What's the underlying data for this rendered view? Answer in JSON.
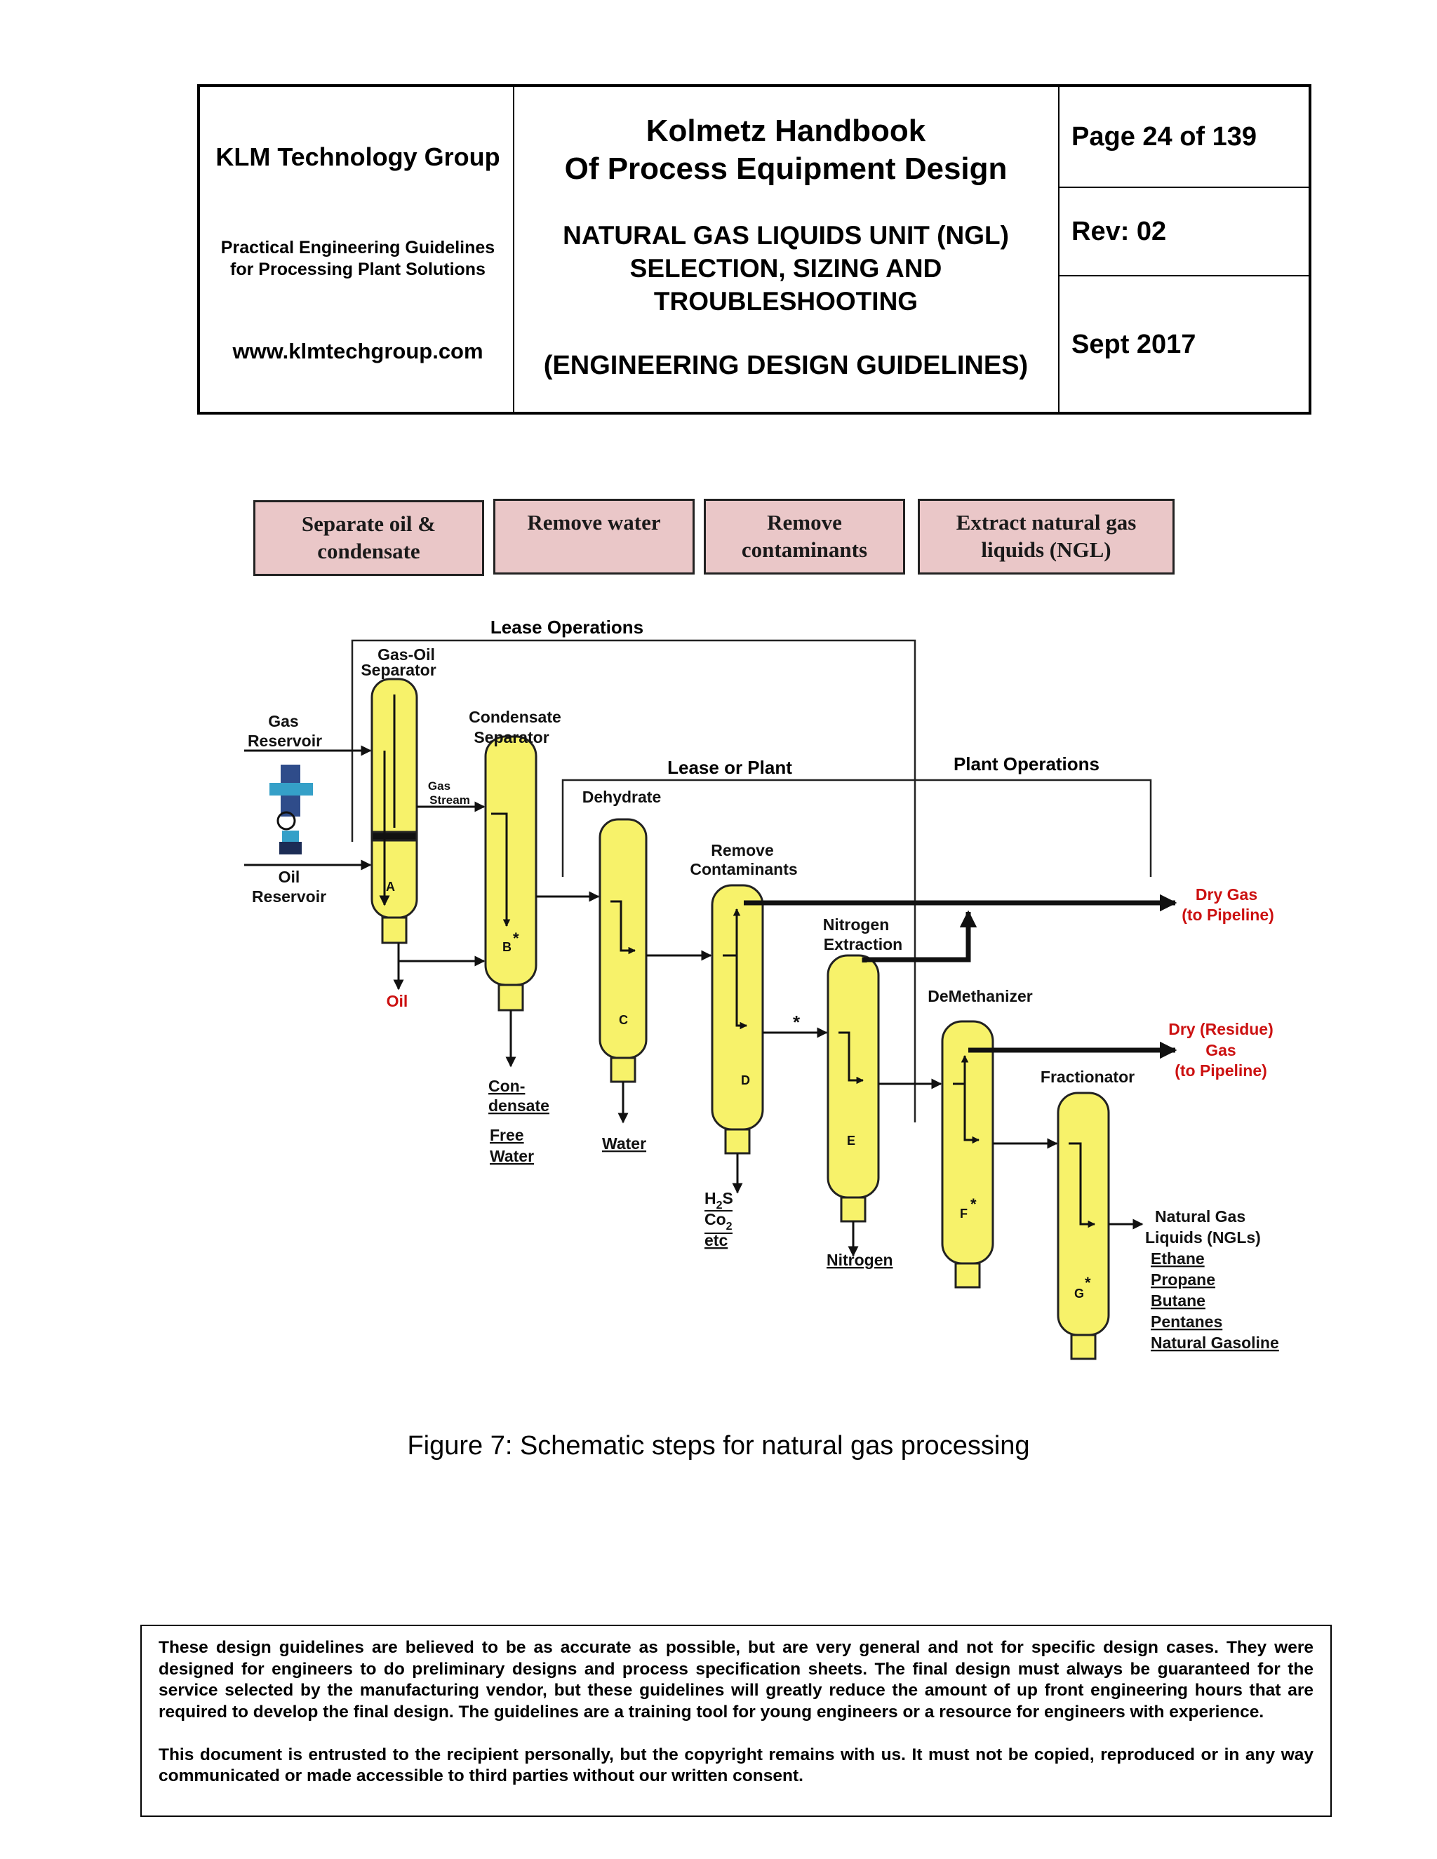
{
  "header": {
    "company": "KLM Technology Group",
    "tagline": "Practical Engineering Guidelines for Processing Plant Solutions",
    "website": "www.klmtechgroup.com",
    "handbook_title_line1": "Kolmetz Handbook",
    "handbook_title_line2": "Of Process Equipment Design",
    "doc_title_line1": "NATURAL GAS LIQUIDS UNIT (NGL)",
    "doc_title_line2": "SELECTION, SIZING AND",
    "doc_title_line3": "TROUBLESHOOTING",
    "doc_subtitle": "(ENGINEERING DESIGN GUIDELINES)",
    "page": "Page 24 of  139",
    "rev": "Rev: 02",
    "date": "Sept 2017"
  },
  "steps": [
    {
      "line1": "Separate oil &",
      "line2": "condensate"
    },
    {
      "line1": "Remove water",
      "line2": ""
    },
    {
      "line1": "Remove",
      "line2": "contaminants"
    },
    {
      "line1": "Extract natural gas",
      "line2": "liquids (NGL)"
    }
  ],
  "diagram": {
    "region_lease_operations": "Lease Operations",
    "region_lease_or_plant": "Lease or Plant",
    "region_plant_operations": "Plant Operations",
    "gas_oil_separator": [
      "Gas-Oil",
      "Separator"
    ],
    "gas_reservoir": [
      "Gas",
      "Reservoir"
    ],
    "oil_reservoir": [
      "Oil",
      "Reservoir"
    ],
    "gas_stream": [
      "Gas",
      "Stream"
    ],
    "condensate_separator": [
      "Condensate",
      "Separator"
    ],
    "dehydrate": "Dehydrate",
    "remove_contaminants": [
      "Remove",
      "Contaminants"
    ],
    "nitrogen_extraction": [
      "Nitrogen",
      "Extraction"
    ],
    "demethanizer": "DeMethanizer",
    "fractionator": "Fractionator",
    "dry_gas": [
      "Dry  Gas",
      "(to Pipeline)"
    ],
    "dry_residue_gas": [
      "Dry (Residue)",
      "Gas",
      "(to Pipeline)"
    ],
    "oil": "Oil",
    "condensate_out": [
      "Con-",
      "densate"
    ],
    "free_water": [
      "Free",
      "Water"
    ],
    "water": "Water",
    "contaminants_out": [
      "H",
      "2",
      "S",
      "Co",
      "2",
      "etc"
    ],
    "nitrogen": "Nitrogen",
    "ngl_title": [
      "Natural Gas",
      "Liquids (NGLs)"
    ],
    "ngl_products": [
      "Ethane",
      "Propane",
      "Butane",
      "Pentanes",
      "Natural Gasoline"
    ],
    "vessel_labels": [
      "A",
      "B",
      "C",
      "D",
      "E",
      "F",
      "G"
    ],
    "star": "*",
    "vessel_color": "#f7f26a",
    "red_label_color": "#cc1111"
  },
  "caption": "Figure 7: Schematic steps for natural gas processing",
  "disclaimer": {
    "p1": "These design guidelines are believed to be as accurate as possible, but are very general and not for specific design cases. They were designed for engineers to do preliminary designs and process specification sheets.  The final design must always be guaranteed for the service selected by the manufacturing vendor, but these guidelines will greatly reduce the amount of up front engineering hours that are required to develop the final design. The guidelines are a training tool for young engineers or a resource for engineers with experience.",
    "p2": "This document is entrusted to the recipient personally, but the copyright remains with us.  It must not be copied, reproduced or in any way communicated or made accessible to third parties without our written consent."
  }
}
